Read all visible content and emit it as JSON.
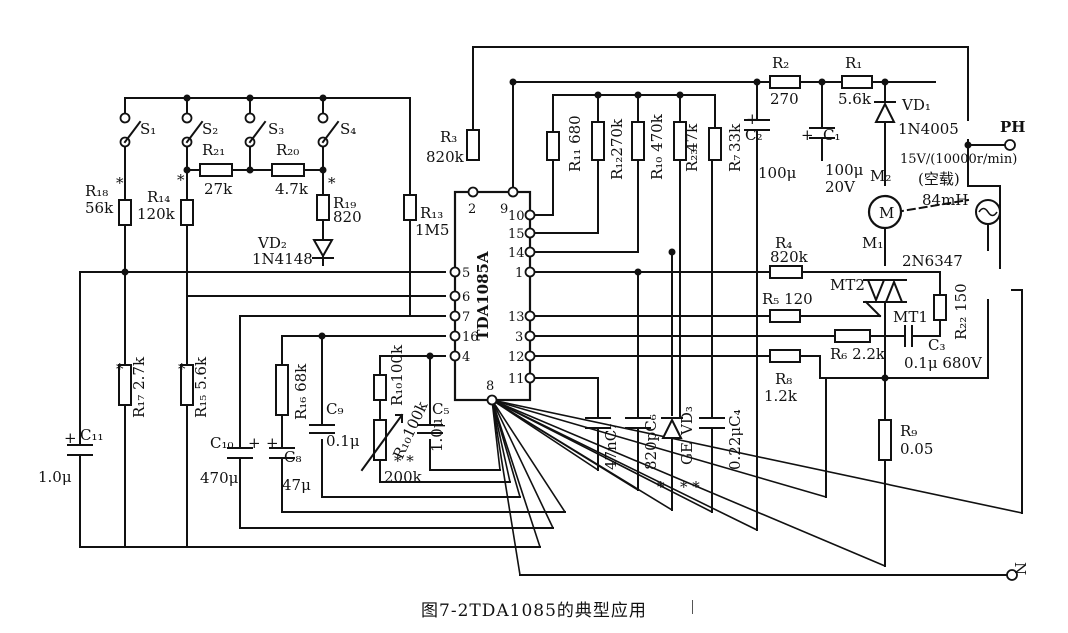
{
  "ic": {
    "name": "TDA1085A"
  },
  "pins": {
    "p1": "1",
    "p2": "2",
    "p3": "3",
    "p4": "4",
    "p5": "5",
    "p6": "6",
    "p7": "7",
    "p8": "8",
    "p9": "9",
    "p10": "10",
    "p11": "11",
    "p12": "12",
    "p13": "13",
    "p14": "14",
    "p15": "15",
    "p16": "16"
  },
  "labels": {
    "s1": "S₁",
    "s2": "S₂",
    "s3": "S₃",
    "s4": "S₄",
    "r1": "R₁",
    "r1v": "5.6k",
    "r2": "R₂",
    "r2v": "270",
    "r3": "R₃",
    "r3v": "820k",
    "r4": "R₄",
    "r4v": "820k",
    "r5": "R₅ 120",
    "r6": "R₆ 2.2k",
    "r7": "R₇",
    "r7v": "33k",
    "r8": "R₈",
    "r8v": "1.2k",
    "r9": "R₉",
    "r9v": "0.05",
    "r10a": "R₁₀ 470k",
    "r10b": "R₁₀100k",
    "r11": "R₁₁ 680",
    "r12": "R₁₂270k",
    "r13": "R₁₃",
    "r13v": "1M5",
    "r14": "R₁₄",
    "r14v": "120k",
    "r15": "R₁₅ 5.6k",
    "r16": "R₁₆ 68k",
    "r17": "R₁₇ 2.7k",
    "r18": "R₁₈",
    "r18v": "56k",
    "r19": "R₁₉",
    "r19v": "820",
    "r20": "R₂₀",
    "r20v": "4.7k",
    "r21": "R₂₁",
    "r21v": "27k",
    "r22": "R₂₂ 150",
    "r23": "R₂₃",
    "r23v": "47k",
    "c1": "C₁",
    "c1v": "100μ",
    "c1v2": "20V",
    "c2": "C₂",
    "c2v": "100μ",
    "c3": "C₃",
    "c3v": "0.1μ 680V",
    "c4": "0.22μC₄",
    "c5": "C₅",
    "c5v": "1.0μ",
    "c6": "820pC₆",
    "c7": "47nC₇",
    "c8": "C₈",
    "c8v": "47μ",
    "c9": "C₉",
    "c9v": "0.1μ",
    "c10": "C₁₀",
    "c10v": "470μ",
    "c11": "C₁₁",
    "c11v": "1.0μ",
    "vd1": "VD₁",
    "vd1v": "1N4005",
    "vd2": "VD₂",
    "vd2v": "1N4148",
    "vd3": "VD₃",
    "vd3v": "GE",
    "pot": "200k",
    "ph": "PH",
    "tacho": "15V/(10000r/min)",
    "tacho2": "(空载)",
    "m2": "M₂",
    "lval": "84mH",
    "m1": "M₁",
    "triac": "2N6347",
    "mt1": "MT1",
    "mt2": "MT2",
    "star": "*",
    "dstar": "* *",
    "n": "N",
    "motor_m": "M"
  },
  "caption": "图7-2TDA1085的典型应用"
}
